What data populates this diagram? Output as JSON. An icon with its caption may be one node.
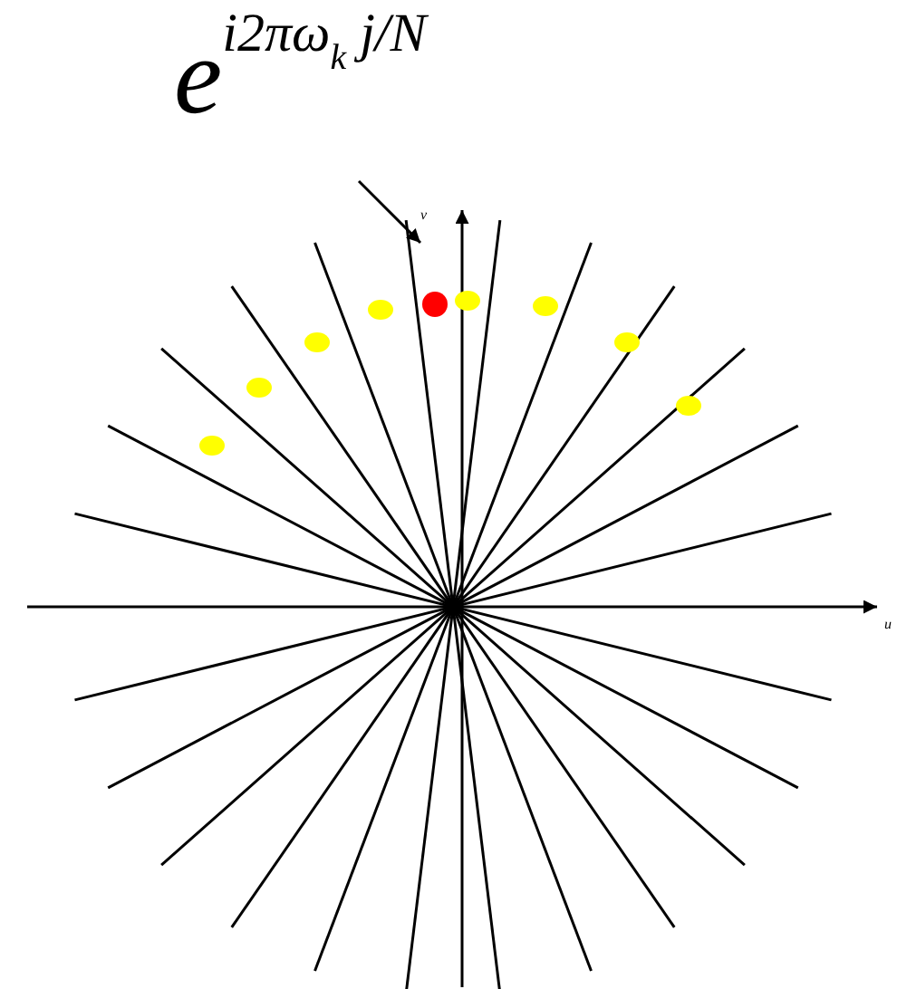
{
  "diagram": {
    "nodes": [
      {
        "text": [
          "e$^{i2πω}$$_{k}$$^{ j/N}$"
        ]
      },
      {
        "text": [],
        "shape": "circle"
      }
    ],
    "edges": [
      {
        "from": 0,
        "to": 1,
        "arrow": "to"
      }
    ],
    "labels": [
      "v",
      "u"
    ]
  }
}
